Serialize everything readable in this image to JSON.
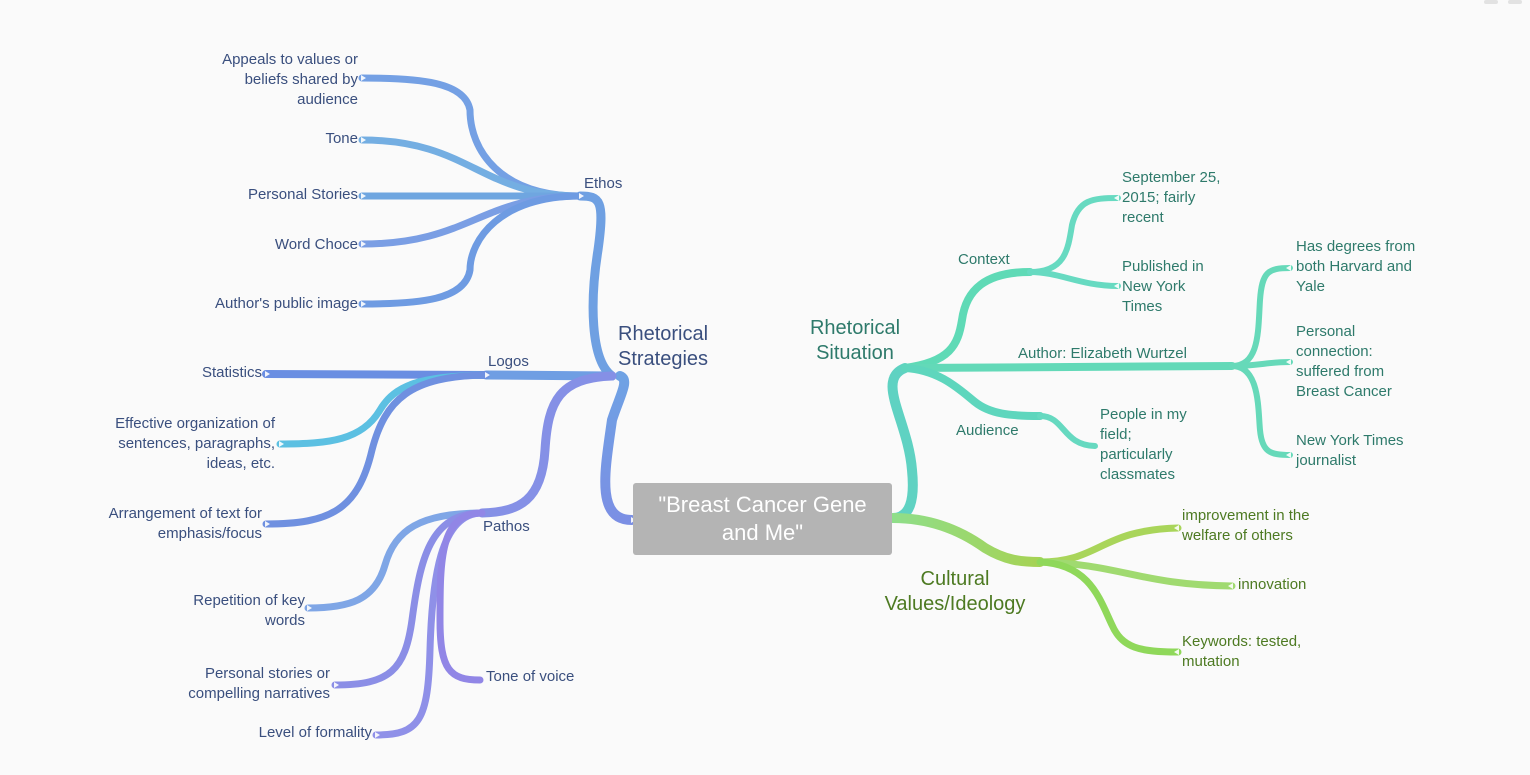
{
  "center": "\"Breast Cancer Gene\nand Me\"",
  "left_branch": {
    "label": "Rhetorical\nStrategies",
    "ethos": {
      "label": "Ethos",
      "items": [
        "Appeals to values or\nbeliefs shared by\naudience",
        "Tone",
        "Personal Stories",
        "Word Choce",
        "Author's public image"
      ]
    },
    "logos": {
      "label": "Logos",
      "items": [
        "Statistics",
        "Effective organization of\nsentences, paragraphs,\nideas, etc.",
        "Arrangement of text for\nemphasis/focus"
      ]
    },
    "pathos": {
      "label": "Pathos",
      "items": [
        "Repetition of key\nwords",
        "Personal stories or\ncompelling narratives",
        "Level of formality",
        "Tone of voice"
      ]
    }
  },
  "right_branch": {
    "situation": {
      "label": "Rhetorical\nSituation",
      "context": {
        "label": "Context",
        "items": [
          "September 25,\n2015; fairly\nrecent",
          "Published in\nNew York\nTimes"
        ]
      },
      "author": {
        "label": "Author: Elizabeth Wurtzel",
        "items": [
          "Has degrees from\nboth Harvard and\nYale",
          "Personal\nconnection:\nsuffered from\nBreast Cancer",
          "New York Times\njournalist"
        ]
      },
      "audience": {
        "label": "Audience",
        "items": [
          "People in my\nfield;\nparticularly\nclassmates"
        ]
      }
    },
    "values": {
      "label": "Cultural\nValues/Ideology",
      "items": [
        "improvement in the\nwelfare of others",
        "innovation",
        "Keywords: tested,\nmutation"
      ]
    }
  },
  "colors": {
    "left_blue": "#6f9ae0",
    "logos_blue": "#6a8fe0",
    "cyan": "#5cc3e2",
    "pathos_purple": "#8d8de6",
    "teal": "#5fd9b8",
    "green": "#9ed65a",
    "center_box": "#b4b4b4"
  }
}
